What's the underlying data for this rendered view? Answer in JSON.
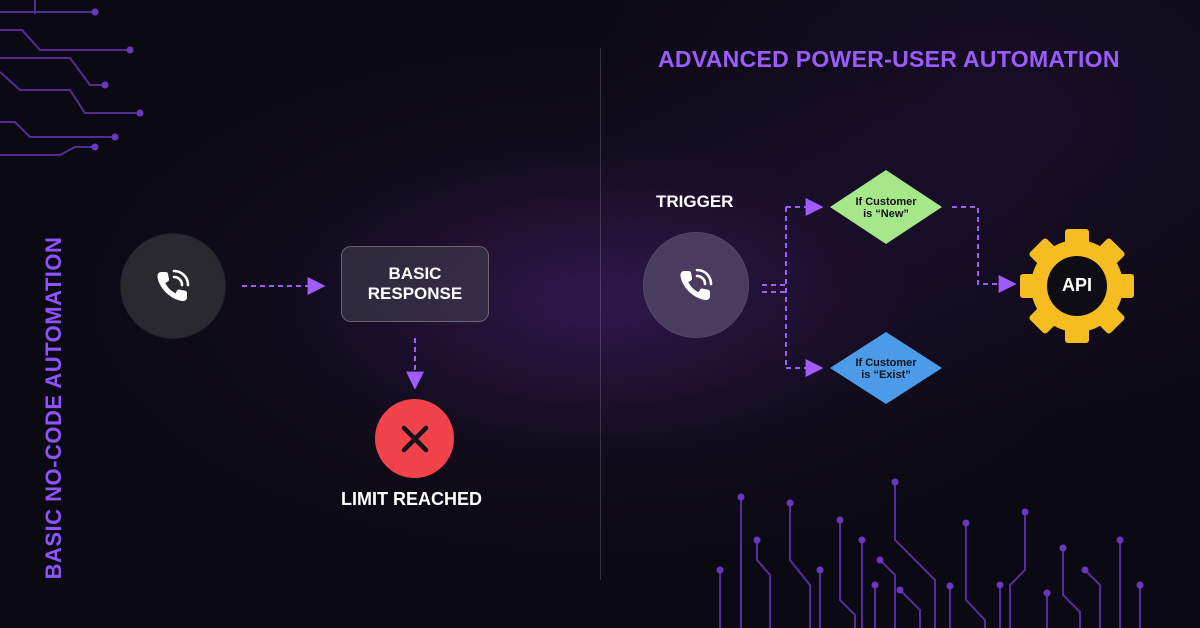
{
  "left_title": "BASIC NO-CODE AUTOMATION",
  "right_title": "ADVANCED POWER-USER AUTOMATION",
  "basic": {
    "response_line1": "BASIC",
    "response_line2": "RESPONSE",
    "limit_label": "LIMIT REACHED"
  },
  "advanced": {
    "trigger_label": "TRIGGER",
    "condition_new_line1": "If Customer",
    "condition_new_line2": "is “New”",
    "condition_exist_line1": "If Customer",
    "condition_exist_line2": "is “Exist”",
    "api_label": "API"
  },
  "icons": [
    "phone-call-icon",
    "close-icon",
    "gear-icon",
    "circuit-decoration"
  ],
  "colors": {
    "accent_purple": "#8f52ff",
    "arrow_purple": "#a05cff",
    "limit_red": "#f3434a",
    "condition_new_green": "#a6e889",
    "condition_exist_blue": "#4b9be8",
    "api_gear_yellow": "#f5bd1f"
  }
}
